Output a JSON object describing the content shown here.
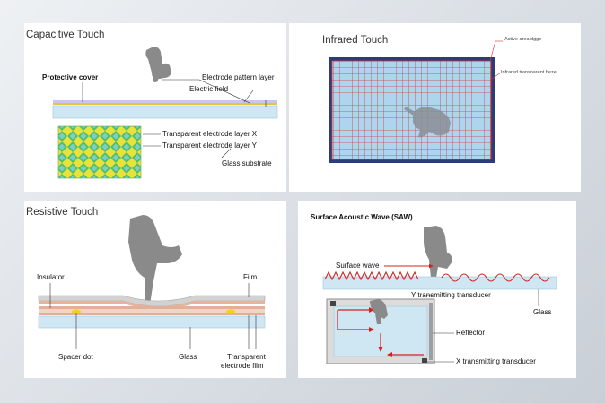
{
  "capacitive": {
    "title": "Capacitive Touch",
    "protective_cover": "Protective cover",
    "electrode_pattern": "Electrode pattern layer",
    "electric_field": "Electric field",
    "layer_x": "Transparent electrode layer X",
    "layer_y": "Transparent electrode layer Y",
    "glass_substrate": "Glass substrate"
  },
  "infrared": {
    "title": "Infrared  Touch",
    "active_area": "Active area dgge",
    "bezel": "Infrared transoarent bezel"
  },
  "resistive": {
    "title": "Resistive Touch",
    "insulator": "Insulator",
    "film": "Film",
    "spacer_dot": "Spacer dot",
    "glass": "Glass",
    "electrode_film_1": "Transparent",
    "electrode_film_2": "electrode film"
  },
  "saw": {
    "title": "Surface Acoustic Wave (SAW)",
    "surface_wave": "Surface wave",
    "y_transducer": "Y transmitting transducer",
    "glass": "Glass",
    "reflector": "Reflector",
    "x_transducer": "X transmitting transducer"
  },
  "colors": {
    "wave_red": "#d62020",
    "glass_blue": "#cfe6f3",
    "grid_red": "#d63a3a",
    "frame_navy": "#2b3d77",
    "electrode_green": "#5dc85d",
    "electrode_yellow": "#e8e23a"
  }
}
